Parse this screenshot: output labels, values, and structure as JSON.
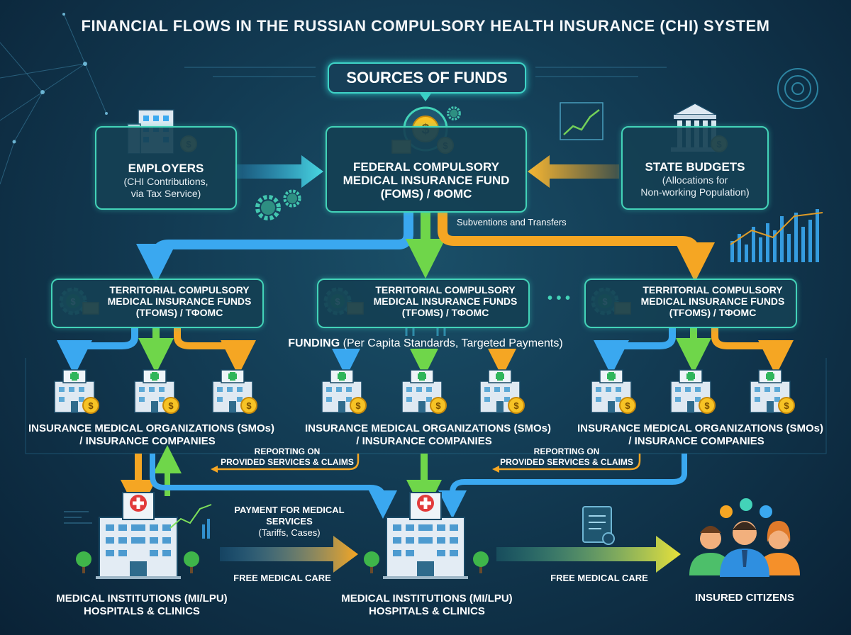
{
  "title": "FINANCIAL FLOWS IN THE RUSSIAN COMPULSORY HEALTH INSURANCE (CHI) SYSTEM",
  "sources": "SOURCES OF FUNDS",
  "employers": {
    "name": "EMPLOYERS",
    "detail_1": "(CHI Contributions,",
    "detail_2": "via Tax Service)"
  },
  "foms": {
    "line1": "FEDERAL COMPULSORY",
    "line2": "MEDICAL INSURANCE FUND",
    "line3": "(FOMS) / ФОМС"
  },
  "state_budgets": {
    "name": "STATE BUDGETS",
    "detail_1": "(Allocations for",
    "detail_2": "Non-working Population)"
  },
  "subventions": "Subventions and Transfers",
  "tfoms": {
    "line1": "TERRITORIAL COMPULSORY",
    "line2": "MEDICAL INSURANCE FUNDS",
    "line3": "(TFOMS) / ТФОМС"
  },
  "ellipsis": "• • •",
  "funding": {
    "bold": "FUNDING",
    "rest": " (Per Capita Standards, Targeted Payments)"
  },
  "smo": {
    "line1": "INSURANCE MEDICAL ORGANIZATIONS (SMOs)",
    "line2": "/ INSURANCE COMPANIES"
  },
  "reporting": {
    "line1": "REPORTING ON",
    "line2": "PROVIDED SERVICES & CLAIMS"
  },
  "payment": {
    "line1": "PAYMENT FOR MEDICAL",
    "line2": "SERVICES",
    "line3": "(Tariffs, Cases)"
  },
  "free_care": "FREE MEDICAL CARE",
  "mi": {
    "line1": "MEDICAL INSTITUTIONS (MI/LPU)",
    "line2": "HOSPITALS & CLINICS"
  },
  "citizens": "INSURED CITIZENS",
  "colors": {
    "teal": "#43d3b8",
    "blue": "#3aa8f0",
    "green": "#6fd64a",
    "orange": "#f5a623",
    "gold": "#f7c325",
    "dark": "#0b2a3f"
  }
}
